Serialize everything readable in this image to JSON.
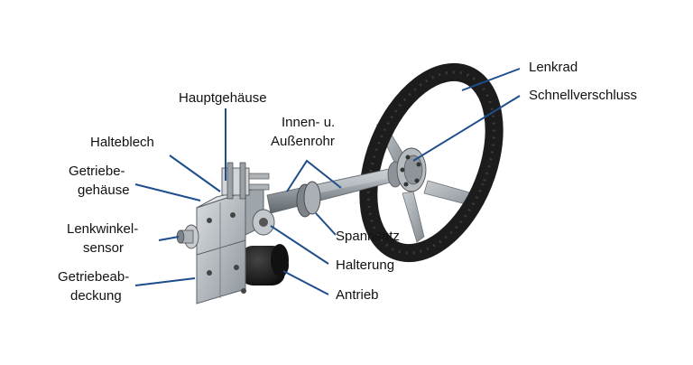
{
  "colors": {
    "leader": "#1f4e8c",
    "label_text": "#111111",
    "wheel_rim": "#1c1c1c",
    "spoke": "#a3a9ae",
    "housing": "#b9bec4",
    "shaft": "#8e959b",
    "motor": "#151515"
  },
  "labels": {
    "lenkrad": "Lenkrad",
    "schnellverschluss": "Schnellverschluss",
    "hauptgehaeuse": "Hauptgehäuse",
    "halteblech": "Halteblech",
    "innen_aussen_1": "Innen- u.",
    "innen_aussen_2": "Außenrohr",
    "getriebegehaeuse_1": "Getriebe-",
    "getriebegehaeuse_2": "gehäuse",
    "lenkwinkelsensor_1": "Lenkwinkel-",
    "lenkwinkelsensor_2": "sensor",
    "getriebeabdeckung_1": "Getriebeab-",
    "getriebeabdeckung_2": "deckung",
    "spannsatz": "Spannsatz",
    "halterung": "Halterung",
    "antrieb": "Antrieb"
  }
}
